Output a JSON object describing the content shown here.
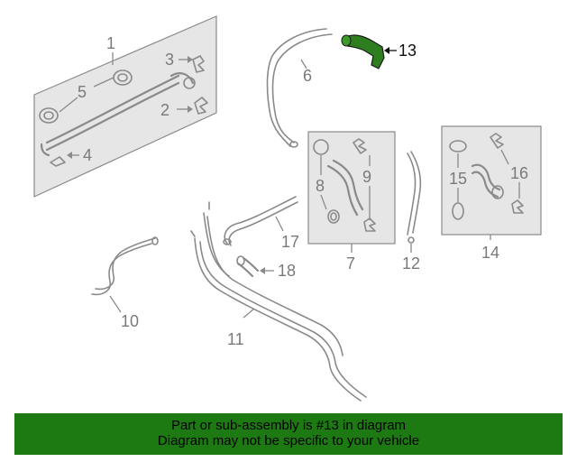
{
  "diagram": {
    "callouts": {
      "c1": "1",
      "c2": "2",
      "c3": "3",
      "c4": "4",
      "c5": "5",
      "c6": "6",
      "c7": "7",
      "c8": "8",
      "c9": "9",
      "c10": "10",
      "c11": "11",
      "c12": "12",
      "c13": "13",
      "c14": "14",
      "c15": "15",
      "c16": "16",
      "c17": "17",
      "c18": "18"
    },
    "highlight_part": "13",
    "colors": {
      "highlight": "#2e7d1f",
      "banner": "#1d7a12",
      "line": "#8a8a8a",
      "panel": "#e6e6e6"
    }
  },
  "banner": {
    "line1": "Part or sub-assembly is #13 in diagram",
    "line2": "Diagram may not be specific to your vehicle"
  }
}
